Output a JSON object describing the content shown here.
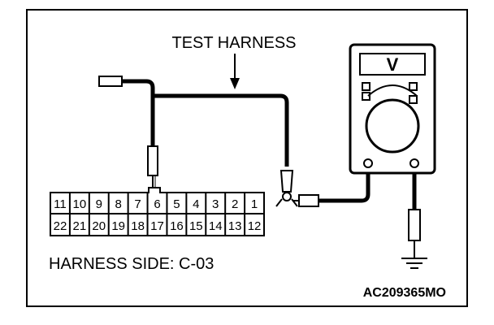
{
  "labels": {
    "test_harness": "TEST HARNESS",
    "harness_side": "HARNESS SIDE: C-03",
    "figure_code": "AC209365MO",
    "meter_display": "V"
  },
  "connector": {
    "top_row": [
      "11",
      "10",
      "9",
      "8",
      "7",
      "6",
      "5",
      "4",
      "3",
      "2",
      "1"
    ],
    "bottom_row": [
      "22",
      "21",
      "20",
      "19",
      "18",
      "17",
      "16",
      "15",
      "14",
      "13",
      "12"
    ],
    "probed_pin": "6"
  }
}
